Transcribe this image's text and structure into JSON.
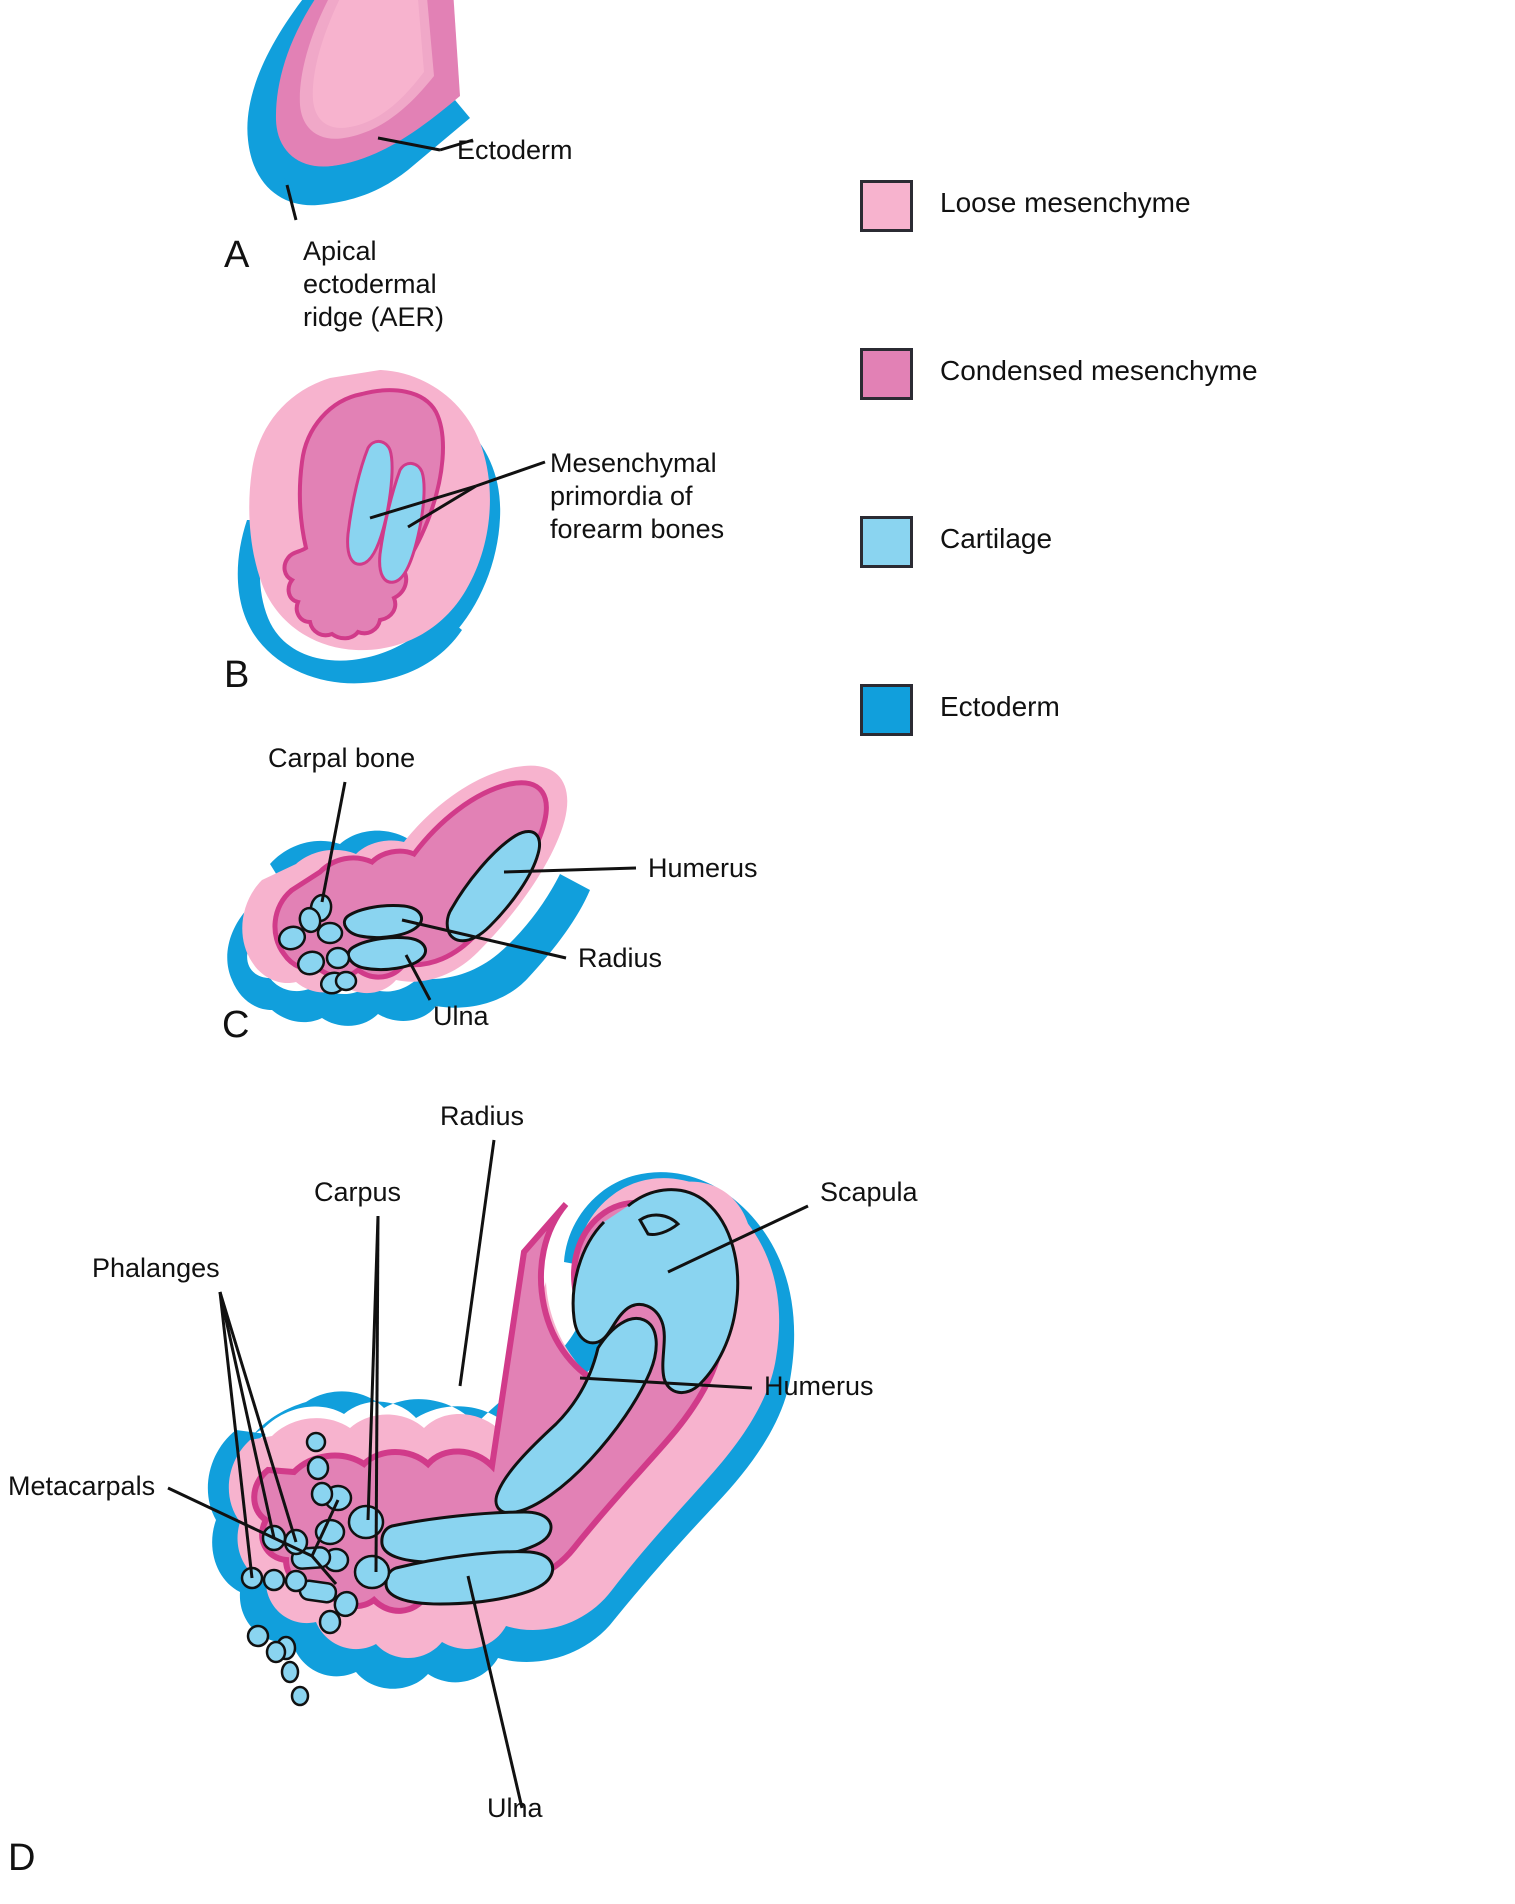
{
  "figure": {
    "type": "medical-illustration",
    "subject": "Development of the upper limb bones",
    "panels": [
      {
        "id": "A",
        "letter": "A",
        "labels": [
          {
            "text": "Ectoderm",
            "name": "label-ectoderm-a"
          },
          {
            "text": "Apical\nectodermal\nridge (AER)",
            "name": "label-aer-a"
          }
        ]
      },
      {
        "id": "B",
        "letter": "B",
        "labels": [
          {
            "text": "Mesenchymal\nprimordia of\nforearm bones",
            "name": "label-mesenchymal-primordia-b"
          }
        ]
      },
      {
        "id": "C",
        "letter": "C",
        "labels": [
          {
            "text": "Carpal bone",
            "name": "label-carpal-bone-c"
          },
          {
            "text": "Humerus",
            "name": "label-humerus-c"
          },
          {
            "text": "Radius",
            "name": "label-radius-c"
          },
          {
            "text": "Ulna",
            "name": "label-ulna-c"
          }
        ]
      },
      {
        "id": "D",
        "letter": "D",
        "labels": [
          {
            "text": "Radius",
            "name": "label-radius-d"
          },
          {
            "text": "Carpus",
            "name": "label-carpus-d"
          },
          {
            "text": "Phalanges",
            "name": "label-phalanges-d"
          },
          {
            "text": "Metacarpals",
            "name": "label-metacarpals-d"
          },
          {
            "text": "Scapula",
            "name": "label-scapula-d"
          },
          {
            "text": "Humerus",
            "name": "label-humerus-d"
          },
          {
            "text": "Ulna",
            "name": "label-ulna-d"
          }
        ]
      }
    ]
  },
  "legend": {
    "items": [
      {
        "label": "Loose mesenchyme",
        "color": "#f7b3ce"
      },
      {
        "label": "Condensed mesenchyme",
        "color": "#e281b5"
      },
      {
        "label": "Cartilage",
        "color": "#8ad4f0"
      },
      {
        "label": "Ectoderm",
        "color": "#119fdc"
      }
    ]
  },
  "colors": {
    "loose_mesenchyme": "#f7b3ce",
    "condensed_mesenchyme": "#e281b5",
    "cartilage": "#8ad4f0",
    "ectoderm": "#119fdc",
    "outline_pink": "#d13b8a",
    "outline_black": "#111111",
    "swatch_border": "#2b2b33",
    "background": "#ffffff"
  },
  "panel_a": {
    "letter": "A",
    "ectoderm_label": "Ectoderm",
    "aer_label": "Apical\nectodermal\nridge (AER)"
  },
  "panel_b": {
    "letter": "B",
    "primordia_label": "Mesenchymal\nprimordia of\nforearm bones"
  },
  "panel_c": {
    "letter": "C",
    "carpal_bone_label": "Carpal bone",
    "humerus_label": "Humerus",
    "radius_label": "Radius",
    "ulna_label": "Ulna"
  },
  "panel_d": {
    "letter": "D",
    "radius_label": "Radius",
    "carpus_label": "Carpus",
    "phalanges_label": "Phalanges",
    "metacarpals_label": "Metacarpals",
    "scapula_label": "Scapula",
    "humerus_label": "Humerus",
    "ulna_label": "Ulna"
  }
}
